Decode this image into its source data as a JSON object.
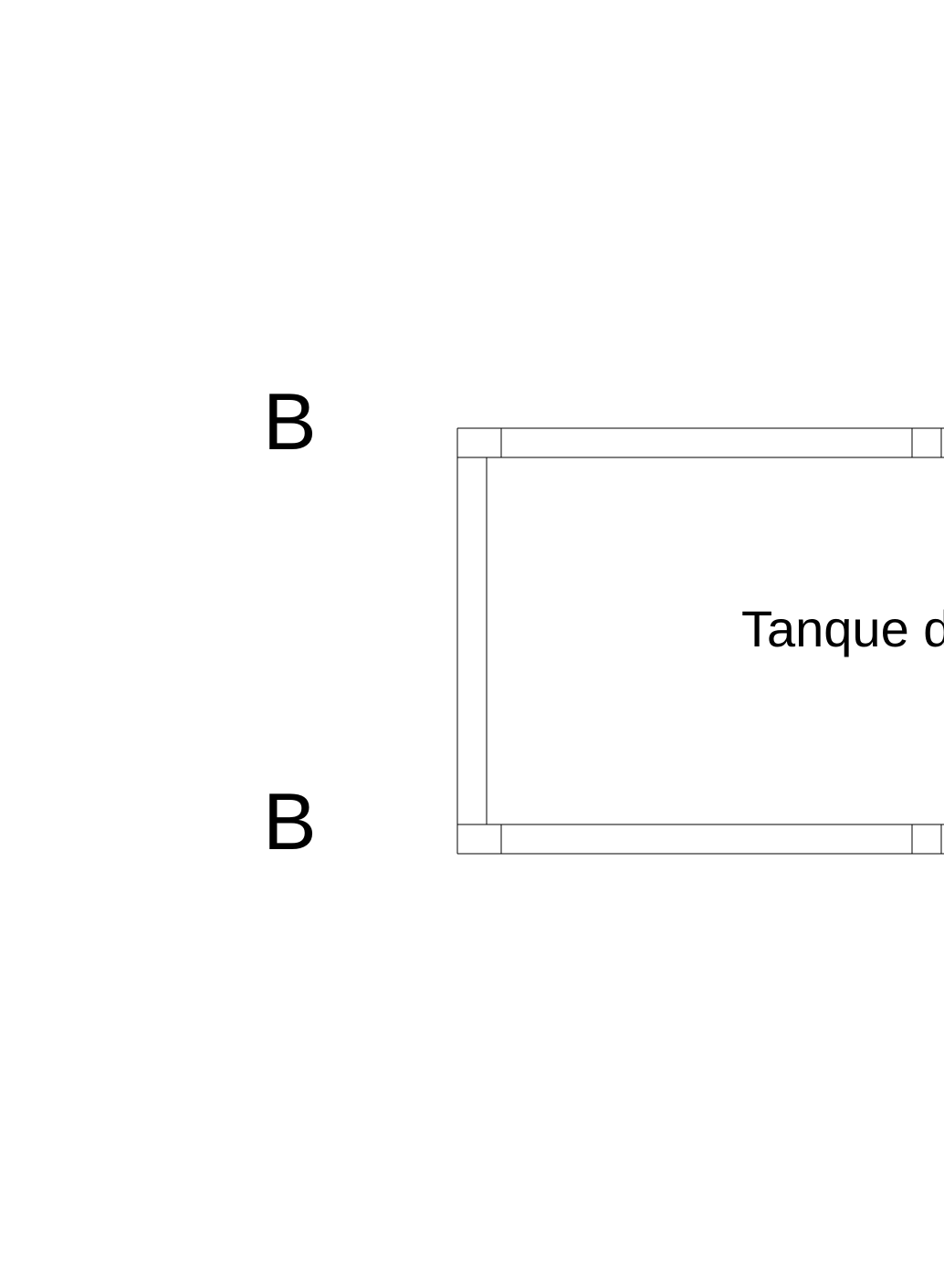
{
  "section_marker_top": "B",
  "section_marker_bottom": "B",
  "tank_label": "Tanque d"
}
